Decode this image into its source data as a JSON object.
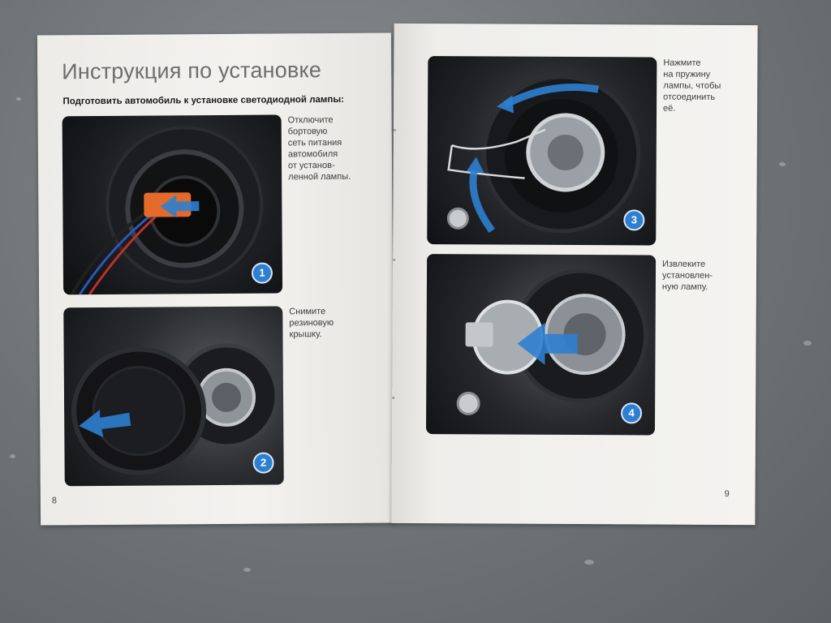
{
  "left_page": {
    "title": "Инструкция по установке",
    "subtitle": "Подготовить автомобиль к установке светодиодной лампы:",
    "page_number": "8",
    "steps": [
      {
        "number": "1",
        "text": "Отключите\nбортовую\nсеть питания\nавтомобиля\nот установ-\nленной лампы."
      },
      {
        "number": "2",
        "text": "Снимите\nрезиновую\nкрышку."
      }
    ]
  },
  "right_page": {
    "page_number": "9",
    "steps": [
      {
        "number": "3",
        "text": "Нажмите\nна пружину\nлампы, чтобы\nотсоединить\nеё."
      },
      {
        "number": "4",
        "text": "Извлеките\nустановлен-\nную лампу."
      }
    ]
  },
  "colors": {
    "accent_blue": "#2e7fd0",
    "connector_orange": "#e46a2c"
  },
  "icons": [
    "arrow-left-icon",
    "arrow-curved-icon"
  ]
}
